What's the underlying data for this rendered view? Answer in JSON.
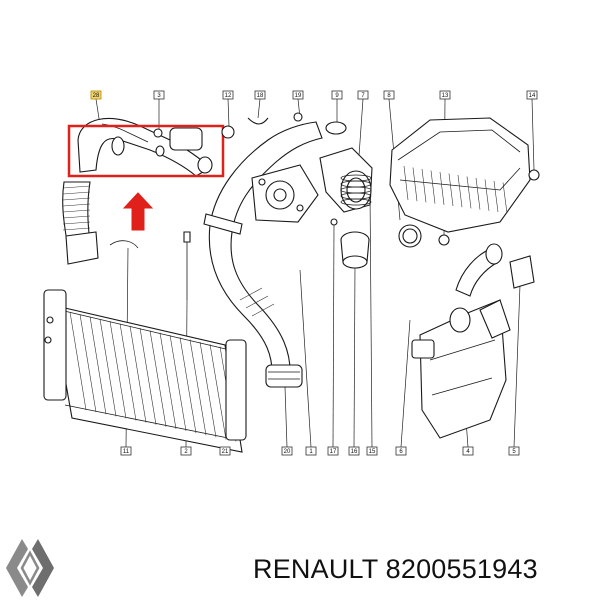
{
  "callouts": [
    "28",
    "3",
    "12",
    "18",
    "19",
    "9",
    "7",
    "8",
    "13",
    "14",
    "11",
    "2",
    "21",
    "20",
    "1",
    "17",
    "16",
    "15",
    "6",
    "4",
    "5"
  ],
  "highlighted_callout": "28",
  "colors": {
    "highlight": "#f3d56b",
    "arrow": "#e0201b",
    "frame": "#e0201b"
  },
  "caption": {
    "brand": "RENAULT",
    "part_number": "8200551943"
  },
  "logo": {
    "name": "renault-diamond-logo"
  }
}
